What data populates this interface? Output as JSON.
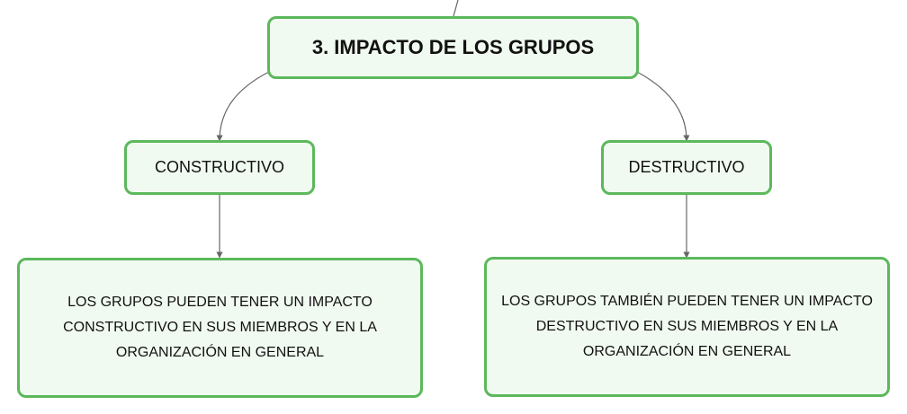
{
  "root": {
    "label": "3. IMPACTO DE LOS GRUPOS"
  },
  "branches": [
    {
      "label": "CONSTRUCTIVO",
      "detail_lines": [
        "LOS GRUPOS PUEDEN TENER UN IMPACTO",
        "CONSTRUCTIVO EN SUS MIEMBROS Y EN LA",
        "ORGANIZACIÓN EN GENERAL"
      ]
    },
    {
      "label": "DESTRUCTIVO",
      "detail_lines": [
        "LOS GRUPOS TAMBIÉN PUEDEN TENER UN IMPACTO",
        "DESTRUCTIVO EN SUS MIEMBROS Y EN LA",
        "ORGANIZACIÓN EN GENERAL"
      ]
    }
  ],
  "colors": {
    "border": "#5cb85c",
    "fill": "#f1faf0",
    "line": "#666666"
  }
}
